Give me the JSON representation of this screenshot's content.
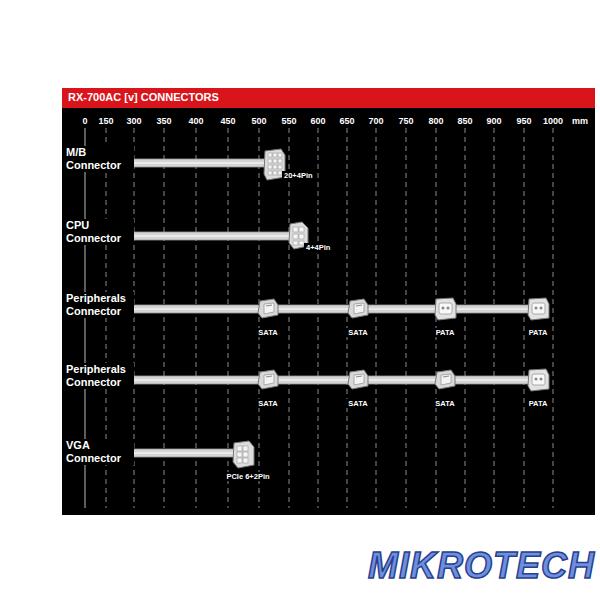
{
  "diagram": {
    "title": "RX-700AC [v] CONNECTORS",
    "labels": [
      "0",
      "150",
      "300",
      "350",
      "400",
      "450",
      "500",
      "550",
      "600",
      "650",
      "700",
      "750",
      "800",
      "850",
      "900",
      "950",
      "1000",
      "mm",
      "M/B Connector",
      "20+4Pin",
      "CPU Connector",
      "4+4Pin",
      "Peripherals Connector",
      "SATA",
      "SATA",
      "PATA",
      "PATA",
      "Peripherals Connector",
      "SATA",
      "SATA",
      "SATA",
      "PATA",
      "VGA Connector",
      "PCIe 6+2Pin",
      "MIKROTECH"
    ]
  }
}
